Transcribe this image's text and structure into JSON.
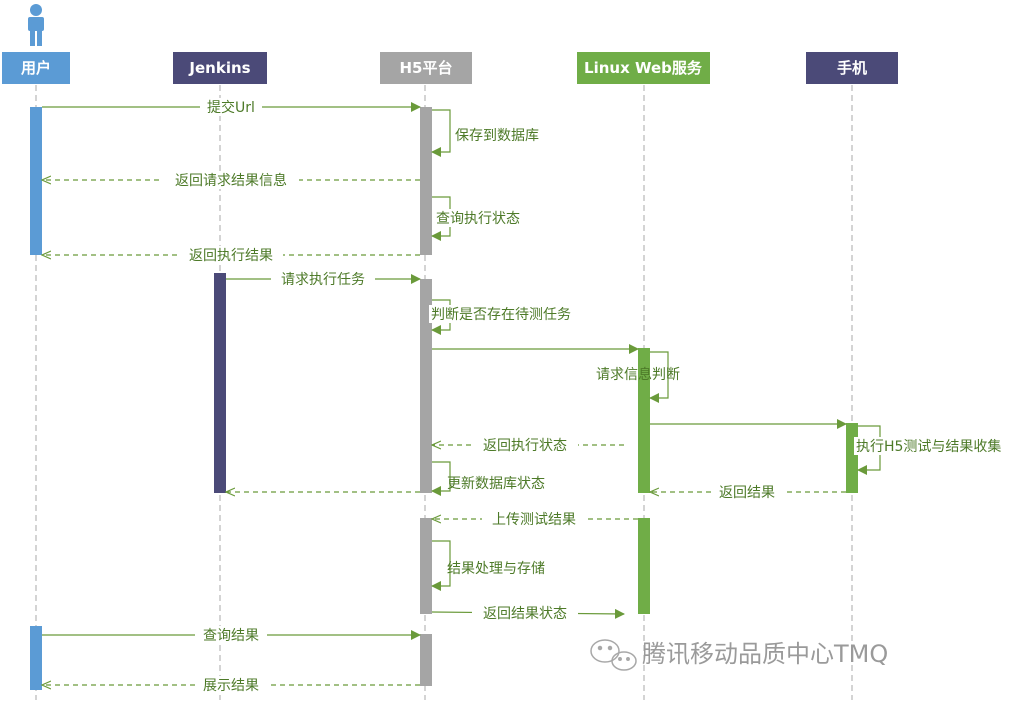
{
  "colors": {
    "user": "#5b9bd5",
    "jenkins": "#4b4a78",
    "h5": "#a5a5a5",
    "linux": "#70ad47",
    "phone": "#4b4a78",
    "arrow": "#6a9a3a",
    "text": "#4d7a28",
    "lifeline": "#aaaaaa"
  },
  "participants": [
    {
      "id": "user",
      "label": "用户",
      "has_person_icon": true
    },
    {
      "id": "jenkins",
      "label": "Jenkins"
    },
    {
      "id": "h5",
      "label": "H5平台"
    },
    {
      "id": "linux",
      "label": "Linux Web服务"
    },
    {
      "id": "phone",
      "label": "手机"
    }
  ],
  "messages": [
    {
      "id": "m1",
      "from": "user",
      "to": "h5",
      "label": "提交Url",
      "style": "solid"
    },
    {
      "id": "m2",
      "from": "h5",
      "to": "h5",
      "label": "保存到数据库",
      "style": "self"
    },
    {
      "id": "m3",
      "from": "h5",
      "to": "user",
      "label": "返回请求结果信息",
      "style": "dashed"
    },
    {
      "id": "m4",
      "from": "h5",
      "to": "h5",
      "label": "查询执行状态",
      "style": "self"
    },
    {
      "id": "m5",
      "from": "h5",
      "to": "user",
      "label": "返回执行结果",
      "style": "dashed"
    },
    {
      "id": "m6",
      "from": "jenkins",
      "to": "h5",
      "label": "请求执行任务",
      "style": "solid"
    },
    {
      "id": "m7",
      "from": "h5",
      "to": "h5",
      "label": "判断是否存在待测任务",
      "style": "self"
    },
    {
      "id": "m8",
      "from": "h5",
      "to": "linux",
      "label": "",
      "style": "solid"
    },
    {
      "id": "m9",
      "from": "linux",
      "to": "linux",
      "label": "请求信息判断",
      "style": "self"
    },
    {
      "id": "m10",
      "from": "linux",
      "to": "phone",
      "label": "",
      "style": "solid"
    },
    {
      "id": "m11",
      "from": "phone",
      "to": "phone",
      "label": "执行H5测试与结果收集",
      "style": "self"
    },
    {
      "id": "m12",
      "from": "linux",
      "to": "h5",
      "label": "返回执行状态",
      "style": "dashed"
    },
    {
      "id": "m13",
      "from": "h5",
      "to": "h5",
      "label": "更新数据库状态",
      "style": "self"
    },
    {
      "id": "m14",
      "from": "h5",
      "to": "jenkins",
      "label": "",
      "style": "dashed"
    },
    {
      "id": "m15",
      "from": "phone",
      "to": "linux",
      "label": "返回结果",
      "style": "dashed"
    },
    {
      "id": "m16",
      "from": "linux",
      "to": "h5",
      "label": "上传测试结果",
      "style": "dashed"
    },
    {
      "id": "m17",
      "from": "h5",
      "to": "h5",
      "label": "结果处理与存储",
      "style": "self"
    },
    {
      "id": "m18",
      "from": "h5",
      "to": "linux",
      "label": "返回结果状态",
      "style": "solid"
    },
    {
      "id": "m19",
      "from": "user",
      "to": "h5",
      "label": "查询结果",
      "style": "solid"
    },
    {
      "id": "m20",
      "from": "h5",
      "to": "user",
      "label": "展示结果",
      "style": "dashed"
    }
  ],
  "watermark": {
    "text": "腾讯移动品质中心TMQ",
    "icon": "wechat-icon"
  }
}
